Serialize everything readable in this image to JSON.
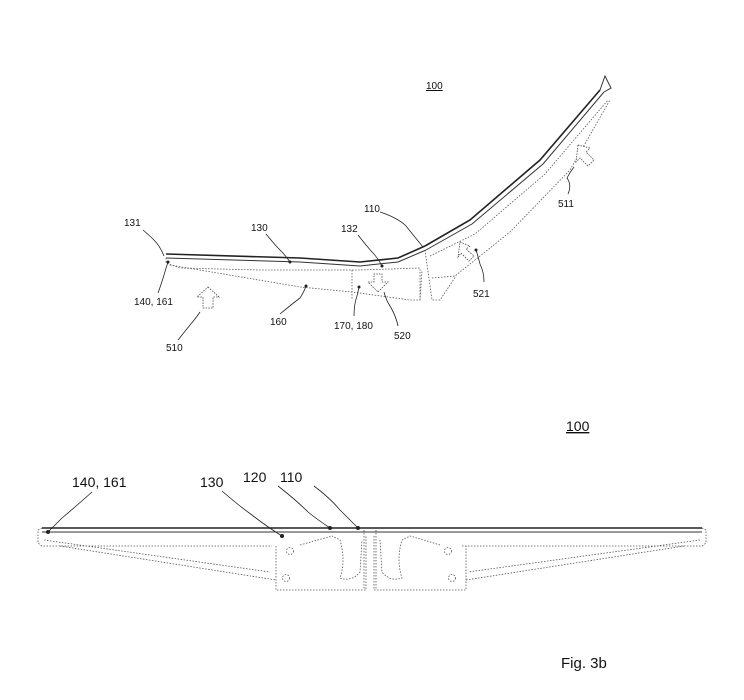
{
  "figure_label": "Fig. 3b",
  "upper_view": {
    "title": "100",
    "labels": {
      "r131": "131",
      "r130": "130",
      "r132": "132",
      "r110": "110",
      "r511": "511",
      "r521": "521",
      "r140_161": "140, 161",
      "r160": "160",
      "r170_180": "170, 180",
      "r520": "520",
      "r510": "510"
    }
  },
  "lower_view": {
    "title": "100",
    "labels": {
      "r140_161": "140, 161",
      "r130": "130",
      "r120": "120",
      "r110": "110"
    }
  }
}
